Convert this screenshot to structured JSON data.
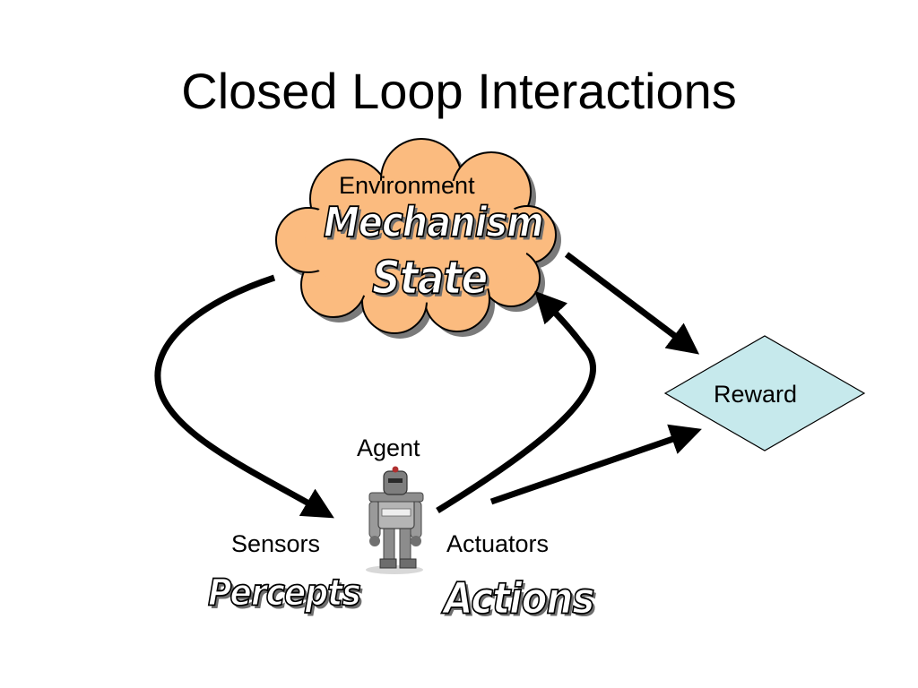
{
  "slide": {
    "title": "Closed Loop Interactions"
  },
  "environment": {
    "label": "Environment",
    "wordart_line1": "Mechanism",
    "wordart_line2": "State",
    "fill_color": "#FBBB7F"
  },
  "reward": {
    "label": "Reward",
    "fill_color": "#C6E9EC"
  },
  "agent": {
    "label": "Agent",
    "sensors_label": "Sensors",
    "actuators_label": "Actuators",
    "percepts_wordart": "Percepts",
    "actions_wordart": "Actions"
  },
  "icons": [
    "cloud-shape",
    "diamond-shape",
    "robot-icon",
    "curved-arrow",
    "straight-arrow"
  ]
}
